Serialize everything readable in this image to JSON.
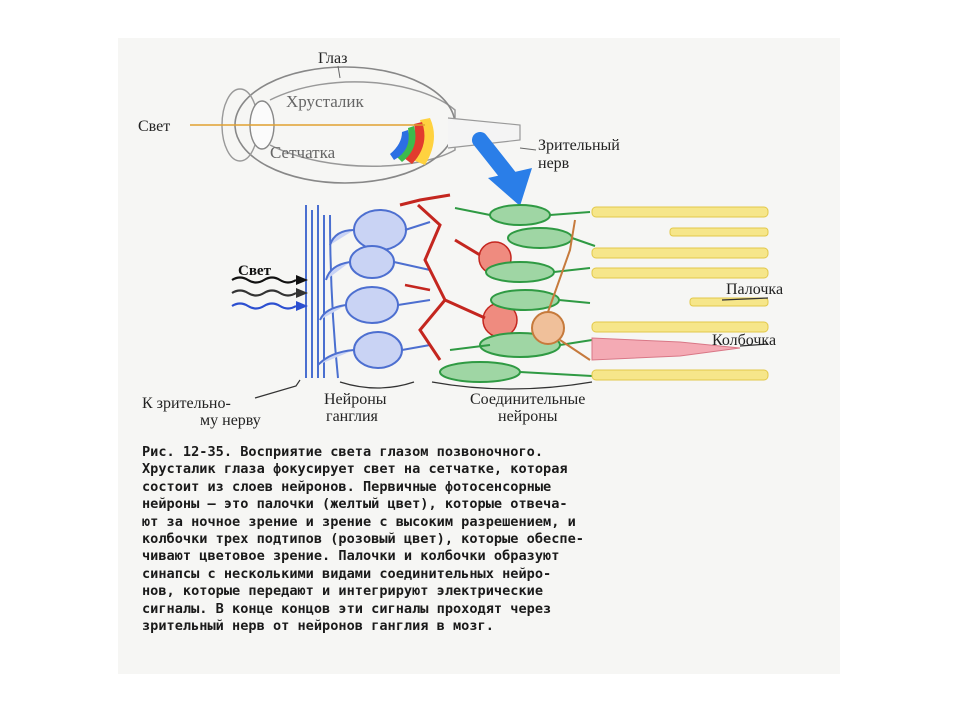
{
  "labels": {
    "eye": "Глаз",
    "lens": "Хрусталик",
    "light_top": "Свет",
    "retina": "Сетчатка",
    "optic_nerve_line1": "Зрительный",
    "optic_nerve_line2": "нерв",
    "light_bottom": "Свет",
    "rod": "Палочка",
    "cone": "Колбочка",
    "to_nerve_line1": "К зрительно-",
    "to_nerve_line2": "му нерву",
    "ganglion_line1": "Нейроны",
    "ganglion_line2": "ганглия",
    "connecting_line1": "Соединительные",
    "connecting_line2": "нейроны"
  },
  "caption": {
    "lines": [
      "Рис. 12-35. Восприятие света глазом позвоночного.",
      "Хрусталик глаза фокусирует свет на сетчатке, которая",
      "состоит из слоев нейронов. Первичные фотосенсорные",
      "нейроны — это палочки (желтый цвет), которые отвеча-",
      "ют за ночное зрение и зрение с высоким разрешением, и",
      "колбочки трех подтипов (розовый цвет), которые обеспе-",
      "чивают цветовое зрение. Палочки и колбочки образуют",
      "синапсы с несколькими видами соединительных нейро-",
      "нов, которые передают и интегрируют электрические",
      "сигналы. В конце концов эти сигналы проходят через",
      "зрительный нерв от нейронов ганглия в мозг."
    ]
  },
  "colors": {
    "ganglion": "#5b7fd6",
    "connecting_green": "#3aa14a",
    "connecting_red": "#d8302c",
    "rod": "#f3e27a",
    "cone": "#f19aa6",
    "arrow": "#2a7ee8"
  }
}
